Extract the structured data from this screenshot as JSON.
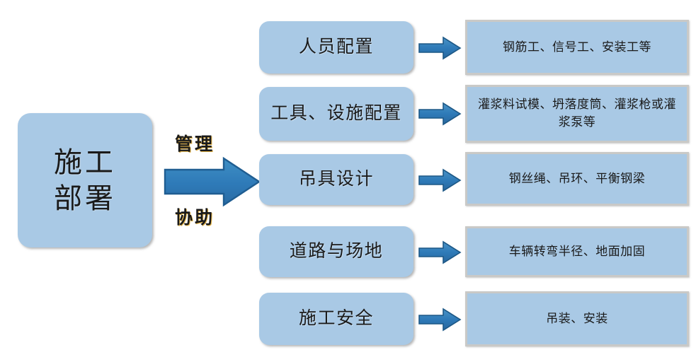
{
  "diagram": {
    "type": "flowchart",
    "title": "施工部署",
    "root": {
      "label": "施工\n部署",
      "line1": "施工",
      "line2": "部署"
    },
    "edge_labels": {
      "manage": "管理",
      "assist": "协助"
    },
    "colors": {
      "node_fill": "#a9c9e5",
      "node_border": "#c9c9c7",
      "arrow_fill": "#2e7ab8",
      "arrow_stroke": "#1f5d91",
      "text": "#1a1a1a",
      "edge_label_glow": "#e8b84b",
      "background": "#ffffff"
    },
    "rows": [
      {
        "category": "人员配置",
        "detail": "钢筋工、信号工、安装工等",
        "arrow": "arrow-right-icon"
      },
      {
        "category": "工具、设施配置",
        "detail": "灌浆料试模、坍落度筒、灌浆枪或灌浆泵等",
        "arrow": "arrow-right-icon"
      },
      {
        "category": "吊具设计",
        "detail": "钢丝绳、吊环、平衡钢梁",
        "arrow": "arrow-right-icon"
      },
      {
        "category": "道路与场地",
        "detail": "车辆转弯半径、地面加固",
        "arrow": "arrow-right-icon"
      },
      {
        "category": "施工安全",
        "detail": "吊装、安装",
        "arrow": "arrow-right-icon"
      }
    ]
  }
}
